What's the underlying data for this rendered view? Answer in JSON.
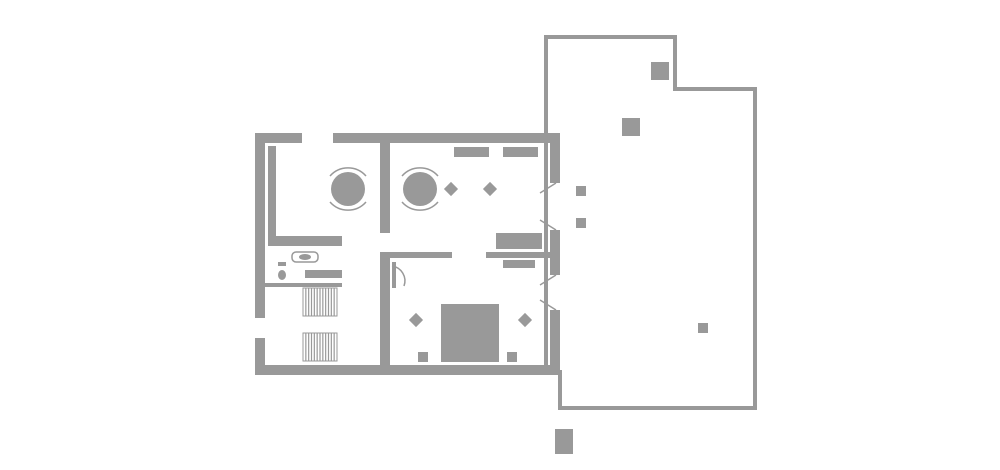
{
  "diagram": {
    "type": "floor-plan",
    "labels": [],
    "colors": {
      "background": "#ffffff",
      "walls": "#999999",
      "furniture": "#999999"
    },
    "areas": [
      {
        "name": "terrace",
        "icon": "terrace-outline"
      },
      {
        "name": "dining-room-left",
        "icon": "round-table-icon"
      },
      {
        "name": "dining-room-right",
        "icon": "round-table-icon"
      },
      {
        "name": "bathroom",
        "icon": "bathtub-icon"
      },
      {
        "name": "stairs",
        "icon": "stairs-icon"
      },
      {
        "name": "bedroom",
        "icon": "bed-icon"
      }
    ]
  }
}
